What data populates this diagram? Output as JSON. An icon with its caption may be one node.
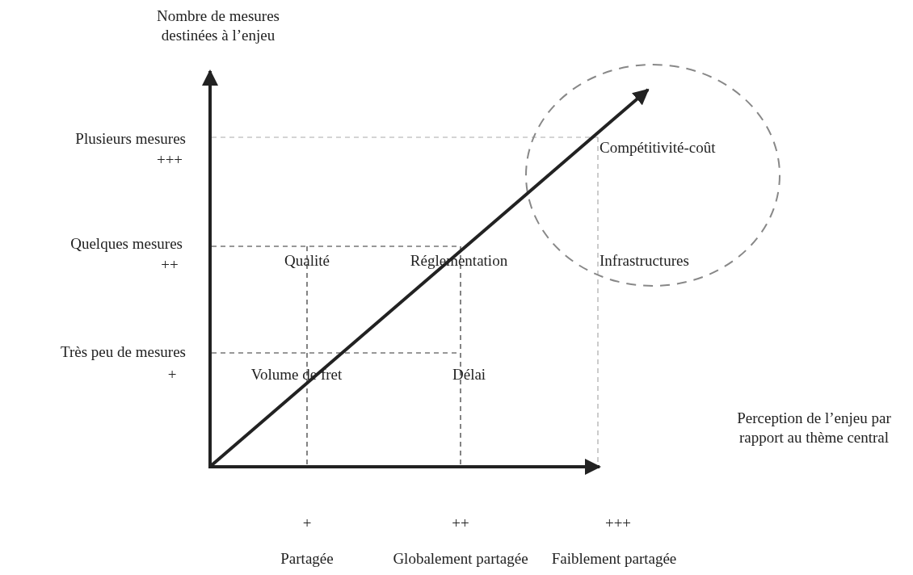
{
  "diagram": {
    "labels": [
      "Nombre de mesures destinées à l’enjeu",
      "Plusieurs mesures",
      "+++",
      "Compétitivité-coût",
      "Quelques mesures",
      "++",
      "Qualité",
      "Réglementation",
      "Infrastructures",
      "Très peu de mesures",
      "+",
      "Volume de fret",
      "Délai",
      "Perception de l’enjeu par rapport au thème central",
      "+",
      "++",
      "+++",
      "Partagée",
      "Globalement partagée",
      "Faiblement partagée"
    ]
  }
}
